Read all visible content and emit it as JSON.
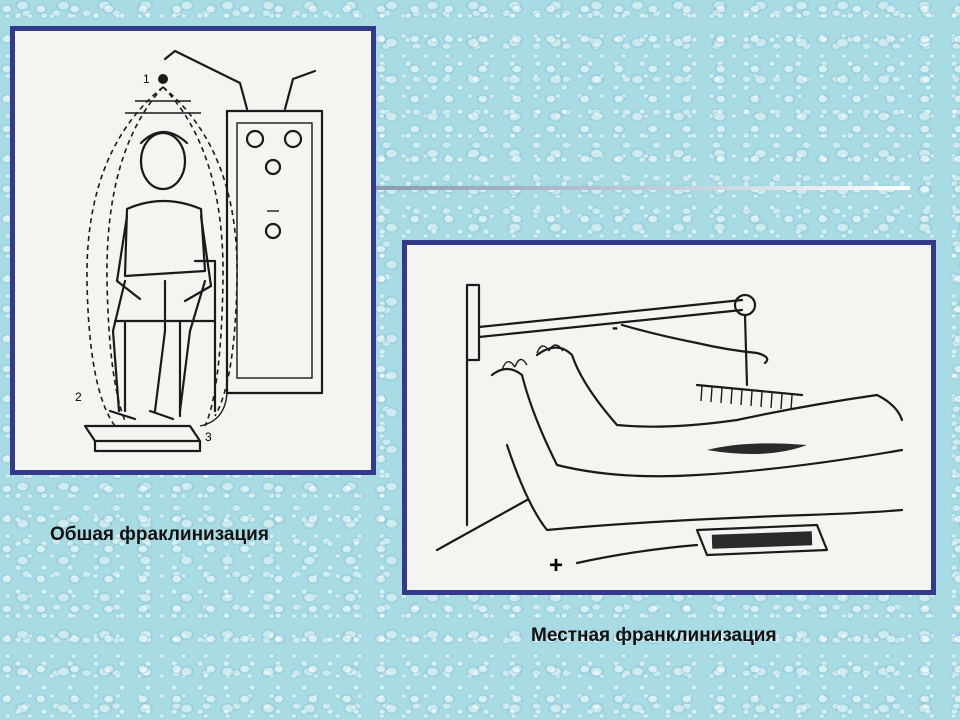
{
  "slide": {
    "caption_general": "Обшая фраклинизация",
    "caption_local": "Местная франклинизация"
  },
  "colors": {
    "background": "#a9dbe4",
    "frame_border": "#333a8c",
    "panel_fill": "#f4f4f1",
    "text": "#111111"
  },
  "figure_general": {
    "marks": [
      "1",
      "2",
      "3"
    ]
  },
  "figure_local": {
    "marks": [
      "+",
      "-"
    ]
  }
}
